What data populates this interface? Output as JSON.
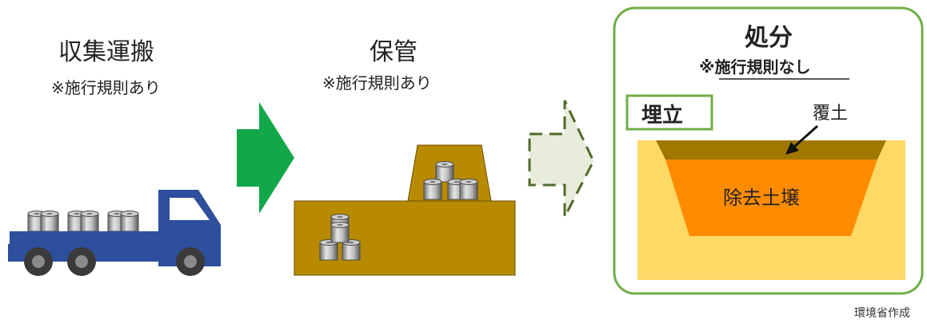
{
  "stages": [
    {
      "title": "収集運搬",
      "note": "※施行規則あり"
    },
    {
      "title": "保管",
      "note": "※施行規則あり"
    },
    {
      "title": "処分",
      "note": "※施行規則なし"
    }
  ],
  "disposal": {
    "method_label": "埋立",
    "cover_label": "覆土",
    "soil_label": "除去土壌"
  },
  "credit": "環境省作成",
  "colors": {
    "arrow_solid": "#12a849",
    "truck_body": "#2d4f9c",
    "storage_brown": "#b88a00",
    "disposal_frame": "#70ad47",
    "landfill_sand": "#ffd966",
    "landfill_soil": "#ff8c00",
    "cover_soil": "#a07800"
  }
}
